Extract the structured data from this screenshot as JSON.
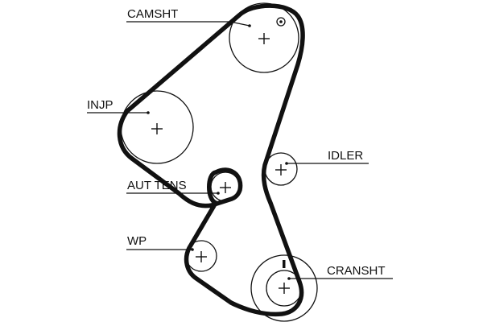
{
  "diagram": {
    "labels": {
      "camshaft": "CAMSHT",
      "injection_pump": "INJP",
      "idler": "IDLER",
      "auto_tensioner": "AUT TENS",
      "water_pump": "WP",
      "crankshaft": "CRANSHT"
    },
    "colors": {
      "line": "#111111",
      "background": "#ffffff"
    }
  }
}
